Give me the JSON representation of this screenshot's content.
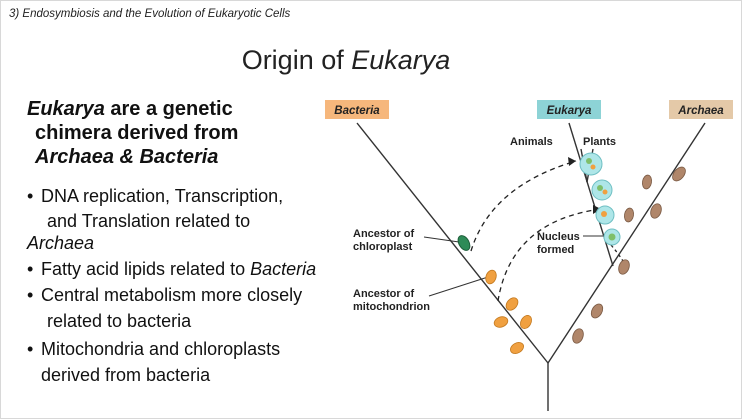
{
  "header": {
    "text": "3)   Endosymbiosis and the Evolution of Eukaryotic Cells"
  },
  "title": {
    "prefix": "Origin of ",
    "italic": "Eukarya"
  },
  "heading": {
    "line1_italic": "Eukarya",
    "line1_rest": " are a genetic",
    "line2": "chimera derived from",
    "line3": "Archaea & Bacteria"
  },
  "bullets": {
    "b1_line1": "DNA replication, Transcription,",
    "b1_line2": "and Translation related to",
    "b1_line3": "Archaea",
    "b2_text": "Fatty acid lipids related to ",
    "b2_italic": "Bacteria",
    "b3_line1": "Central metabolism more closely",
    "b3_line2": "related to bacteria",
    "b4_line1": "Mitochondria and chloroplasts",
    "b4_line2": "derived from bacteria",
    "bullet_char": "•"
  },
  "tree": {
    "bacteria_label": "Bacteria",
    "eukarya_label": "Eukarya",
    "archaea_label": "Archaea",
    "animals_label": "Animals",
    "plants_label": "Plants",
    "nucleus_line1": "Nucleus",
    "nucleus_line2": "formed",
    "chloroplast_line1": "Ancestor of",
    "chloroplast_line2": "chloroplast",
    "mitochondrion_line1": "Ancestor of",
    "mitochondrion_line2": "mitochondrion",
    "colors": {
      "bacteria_box": "#f6b77c",
      "eukarya_box": "#8dd3d6",
      "archaea_box": "#e4c9a8",
      "mito_cell": "#f0a040",
      "chloro_cell": "#2e8b57",
      "archaea_cell": "#b0866a",
      "euk_cell": "#aee6e8"
    }
  }
}
